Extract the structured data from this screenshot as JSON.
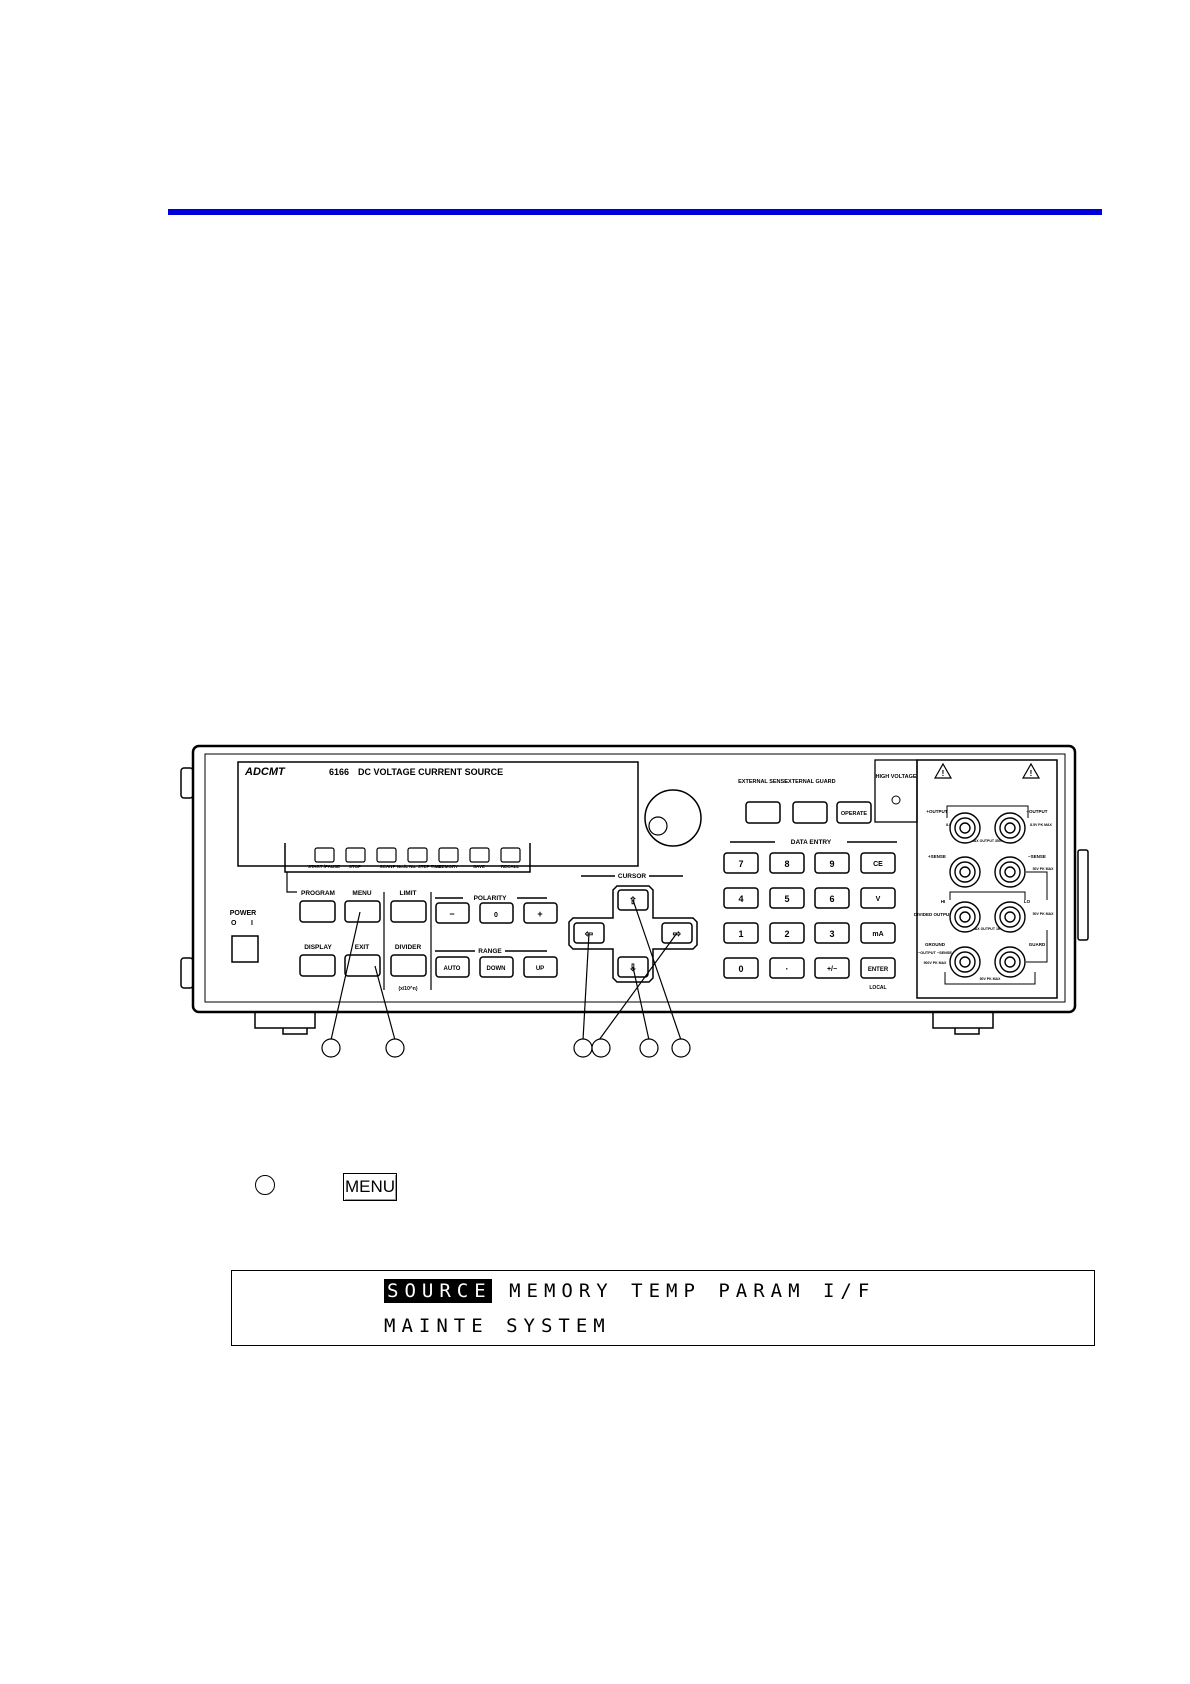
{
  "panel": {
    "brand": "ADCMT",
    "model": "6166",
    "title": "DC VOLTAGE CURRENT SOURCE",
    "power": {
      "label": "POWER",
      "off": "O",
      "on": "I"
    },
    "soft_keys": [
      "START /PAUSE",
      "STOP",
      "SCAN",
      "P No./L No. STEP TIME",
      "MEMORY",
      "SAVE",
      "RECALL"
    ],
    "keys": {
      "program": "PROGRAM",
      "menu": "MENU",
      "display": "DISPLAY",
      "exit": "EXIT",
      "limit": "LIMIT",
      "divider": "DIVIDER",
      "divider_sub": "(x/10^n)"
    },
    "polarity": {
      "label": "POLARITY",
      "keys": [
        "−",
        "0",
        "+"
      ]
    },
    "range": {
      "label": "RANGE",
      "keys": [
        "AUTO",
        "DOWN",
        "UP"
      ]
    },
    "cursor_label": "CURSOR",
    "external_sense": "EXTERNAL SENSE",
    "external_guard": "EXTERNAL GUARD",
    "operate": "OPERATE",
    "high_voltage": "HIGH VOLTAGE",
    "data_entry": {
      "label": "DATA ENTRY",
      "rows": [
        [
          "7",
          "8",
          "9",
          "CE"
        ],
        [
          "4",
          "5",
          "6",
          "V"
        ],
        [
          "1",
          "2",
          "3",
          "mA"
        ],
        [
          "0",
          "·",
          "+/−",
          "ENTER"
        ]
      ],
      "local": "LOCAL"
    },
    "terminals": {
      "plus_output": "+OUTPUT",
      "minus_output": "−OUTPUT",
      "plus_sense": "+SENSE",
      "minus_sense": "−SENSE",
      "hi": "HI",
      "lo": "LO",
      "divided_output": "DIVIDED OUTPUT",
      "ground": "GROUND",
      "guard": "GUARD",
      "output_sense": "−OUTPUT −SENSE",
      "pk_label_1": "8.5V PK MAX",
      "pk_label_2": "8.5V PK MAX",
      "pk_label_3": "50V PK MAX",
      "pk_label_4": "50V PK MAX",
      "pk_label_5": "500V PK MAX",
      "pk_label_6": "50V PK MAX",
      "max_output_1": "MAX OUTPUT 350V",
      "max_output_2": "MAX OUTPUT 16V"
    }
  },
  "instruction": {
    "key_label": "MENU"
  },
  "lcd": {
    "selected": "SOURCE",
    "line1_rest": " MEMORY TEMP PARAM I/F",
    "line2": "MAINTE SYSTEM"
  }
}
